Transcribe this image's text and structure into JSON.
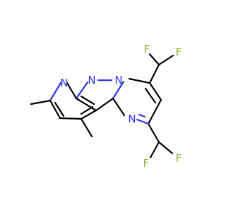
{
  "structure": {
    "atoms": {
      "n_pyridine": "N",
      "n_pyrazole": "N",
      "n_bridgehead": "N",
      "n_pyrimidine": "N",
      "f_top_left": "F",
      "f_top_right": "F",
      "f_bottom_left": "F",
      "f_bottom_right": "F"
    },
    "colors": {
      "bond": "#000000",
      "nitrogen": "#2d33e6",
      "fluorine": "#7fb52b",
      "background": "#ffffff"
    }
  }
}
